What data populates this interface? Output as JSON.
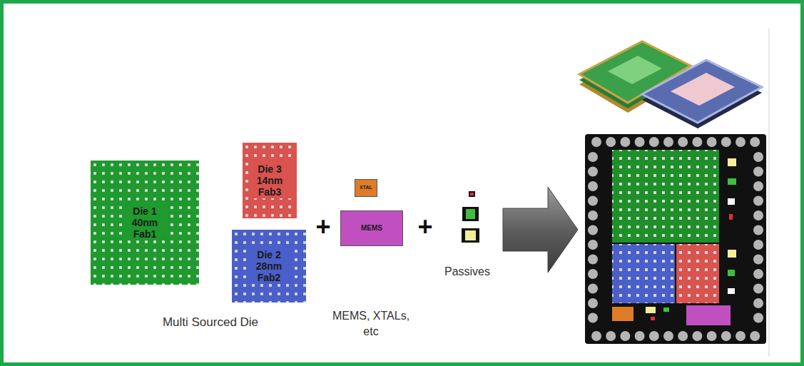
{
  "diagram": {
    "nodes": [
      {
        "text": [
          "Die 1 40nm Fab1"
        ]
      },
      {
        "text": [
          "Die 3 14nm Fab3"
        ]
      },
      {
        "text": [
          "Die 2 28nm Fab2"
        ]
      },
      {
        "text": [
          "XTAL"
        ]
      },
      {
        "text": [
          "MEMS"
        ]
      }
    ],
    "labels": [
      "+",
      "+",
      "Multi Sourced Die",
      "MEMS, XTALs, etc",
      "Passives"
    ]
  }
}
